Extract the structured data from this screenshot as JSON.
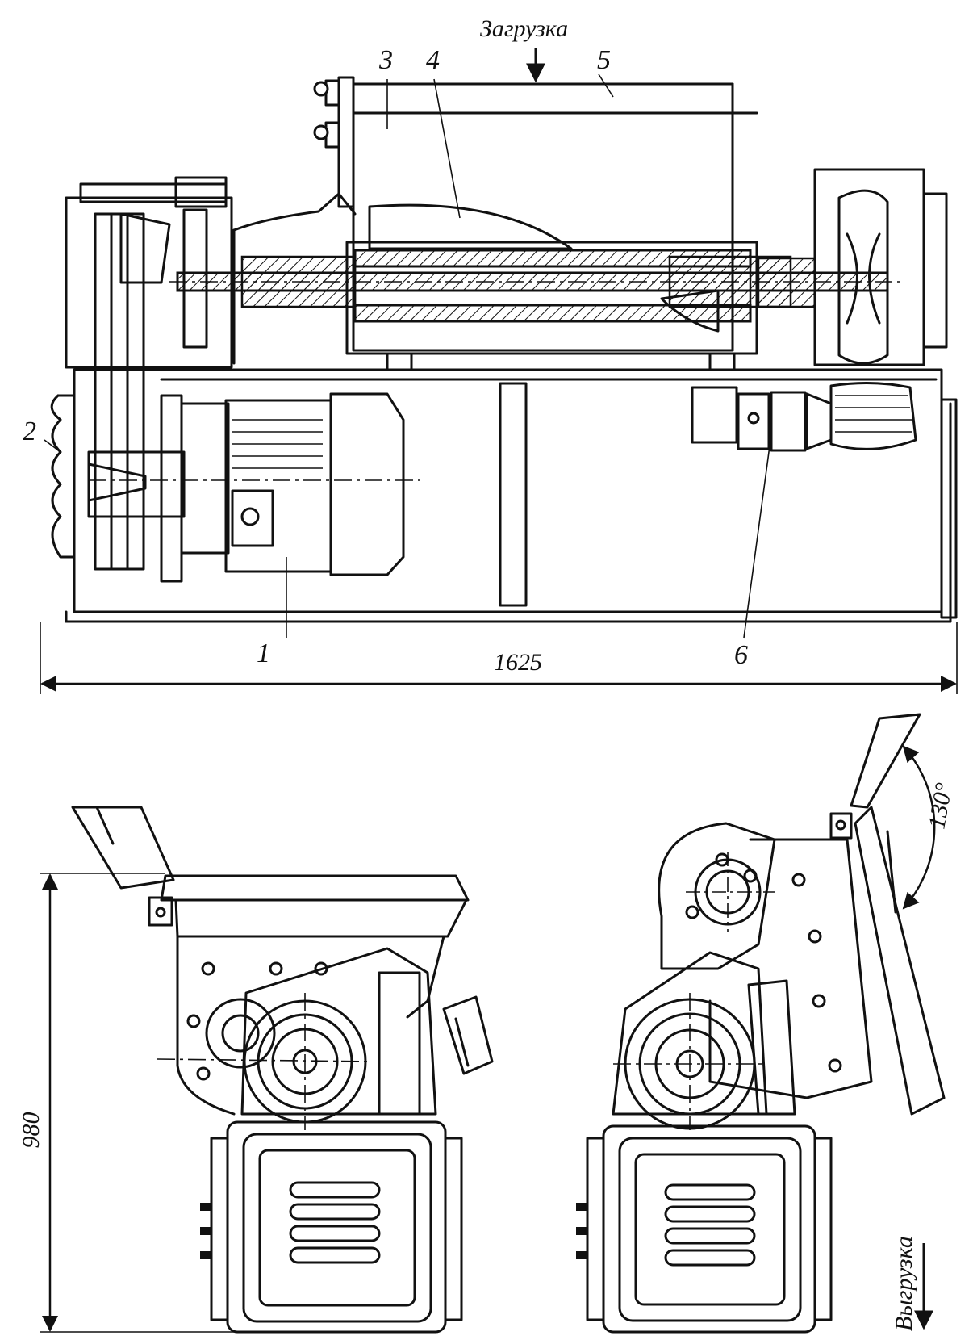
{
  "labels": {
    "part1": "1",
    "part2": "2",
    "part3": "3",
    "part4": "4",
    "part5": "5",
    "part6": "6"
  },
  "captions": {
    "loading": "Загрузка",
    "unloading": "Выгрузка"
  },
  "dimensions": {
    "length": "1625",
    "height": "980",
    "angle": "130°"
  },
  "colors": {
    "ink": "#111111",
    "paper": "#ffffff"
  }
}
